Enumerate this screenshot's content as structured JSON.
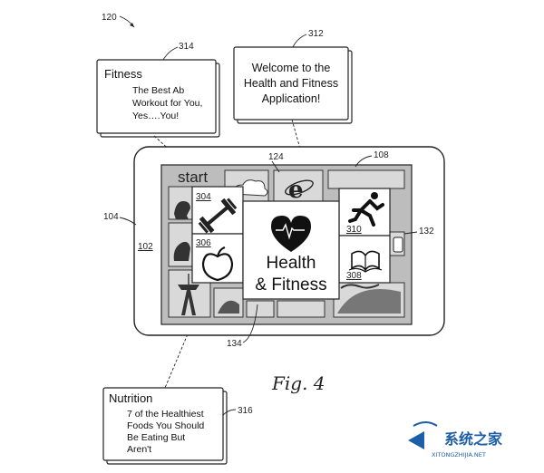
{
  "refs": {
    "fig_number": "120",
    "device": "104",
    "screen": "102",
    "tile_grid": "108",
    "browser_tile": "124",
    "right_panel": "132",
    "center_tile": "134",
    "callout_fitness": "314",
    "callout_welcome": "312",
    "callout_nutrition": "316",
    "tile_weights": "304",
    "tile_apple": "306",
    "tile_runner": "310",
    "tile_book": "308"
  },
  "callouts": {
    "fitness": {
      "title": "Fitness",
      "lines": [
        "The Best Ab",
        "Workout for You,",
        "Yes….You!"
      ]
    },
    "welcome": {
      "lines": [
        "Welcome to the",
        "Health and Fitness",
        "Application!"
      ]
    },
    "nutrition": {
      "title": "Nutrition",
      "lines": [
        "7 of the Healthiest",
        "Foods You Should",
        "Be Eating But",
        "Aren't"
      ]
    }
  },
  "screen": {
    "start_label": "start",
    "center_tile": {
      "line1": "Health",
      "line2": "& Fitness"
    }
  },
  "caption": "Fig. 4",
  "watermark": {
    "brand": "系统之家",
    "url": "XITONGZHIJIA.NET"
  },
  "icons": {
    "center": "heart-pulse-icon",
    "weights": "dumbbell-icon",
    "apple": "apple-icon",
    "runner": "runner-icon",
    "book": "open-book-icon",
    "browser": "browser-e-icon"
  },
  "colors": {
    "watermark_blue": "#1d5ea8"
  }
}
